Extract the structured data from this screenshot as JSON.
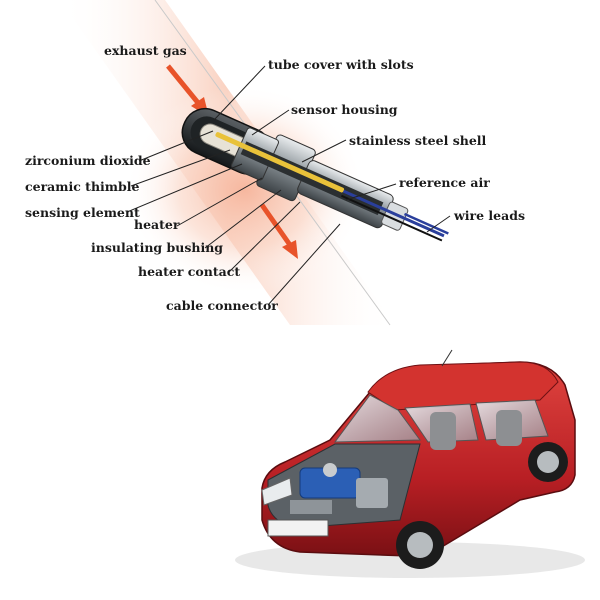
{
  "labels": {
    "exhaust_gas": "exhaust gas",
    "tube_cover": "tube cover with slots",
    "sensor_housing": "sensor housing",
    "stainless_shell": "stainless steel shell",
    "zirconium": "zirconium dioxide",
    "ceramic_thimble": "ceramic thimble",
    "sensing_element": "sensing element",
    "heater": "heater",
    "insulating_bushing": "insulating bushing",
    "reference_air": "reference air",
    "wire_leads": "wire leads",
    "heater_contact": "heater contact",
    "cable_connector": "cable connector"
  },
  "colors": {
    "exhaust_glow": "#f8c9b5",
    "arrow": "#e8532a",
    "car_body": "#c3262a",
    "sensor_metal": "#9aa1a6",
    "heater_rod": "#e9c23a",
    "wire_blue": "#2a3f9c",
    "leader_line": "#222222"
  }
}
